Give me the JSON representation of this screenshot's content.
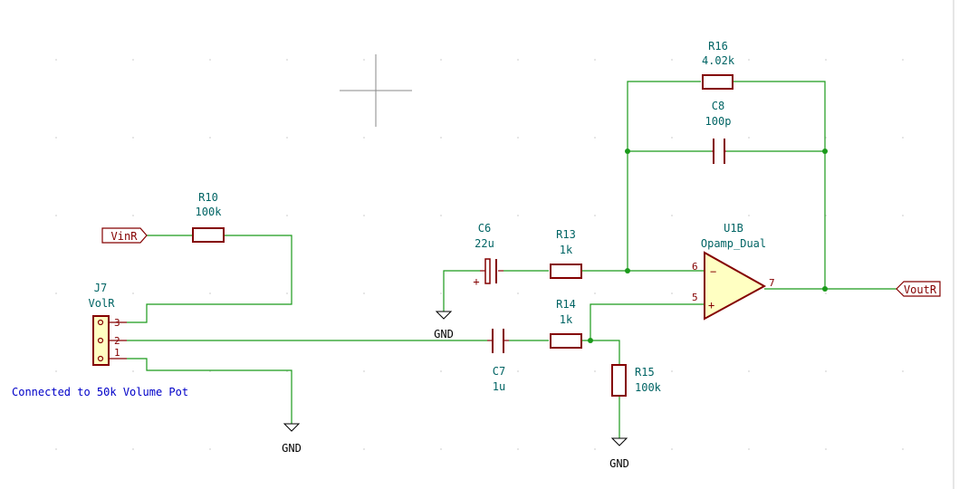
{
  "components": {
    "R16": {
      "ref": "R16",
      "value": "4.02k"
    },
    "C8": {
      "ref": "C8",
      "value": "100p"
    },
    "R10": {
      "ref": "R10",
      "value": "100k"
    },
    "C6": {
      "ref": "C6",
      "value": "22u"
    },
    "R13": {
      "ref": "R13",
      "value": "1k"
    },
    "U1B": {
      "ref": "U1B",
      "value": "Opamp_Dual",
      "pin_minus": "6",
      "pin_plus": "5",
      "pin_out": "7",
      "sign_minus": "−",
      "sign_plus": "+"
    },
    "R14": {
      "ref": "R14",
      "value": "1k"
    },
    "C7": {
      "ref": "C7",
      "value": "1u"
    },
    "R15": {
      "ref": "R15",
      "value": "100k"
    },
    "J7": {
      "ref": "J7",
      "value": "VolR",
      "pins": [
        "3",
        "2",
        "1"
      ]
    }
  },
  "c6_polarity": "+",
  "nets": {
    "vin": "VinR",
    "vout": "VoutR",
    "gnd_wire": "GND",
    "gnd_symbol_1": "GND",
    "gnd_symbol_2": "GND"
  },
  "note": "Connected to 50k Volume Pot",
  "colors": {
    "wire": "#1a9a1a",
    "component": "#840000",
    "label": "#006464",
    "note": "#0000c8",
    "junction": "#1a9a1a"
  }
}
